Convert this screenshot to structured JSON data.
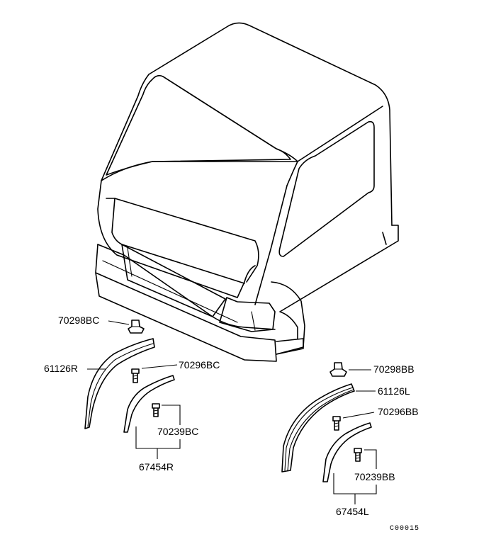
{
  "parts": {
    "p70298BC": "70298BC",
    "p61126R": "61126R",
    "p70296BC": "70296BC",
    "p70239BC": "70239BC",
    "p67454R": "67454R",
    "p70298BB": "70298BB",
    "p61126L": "61126L",
    "p70296BB": "70296BB",
    "p70239BB": "70239BB",
    "p67454L": "67454L"
  },
  "diagram_code": "C00015"
}
